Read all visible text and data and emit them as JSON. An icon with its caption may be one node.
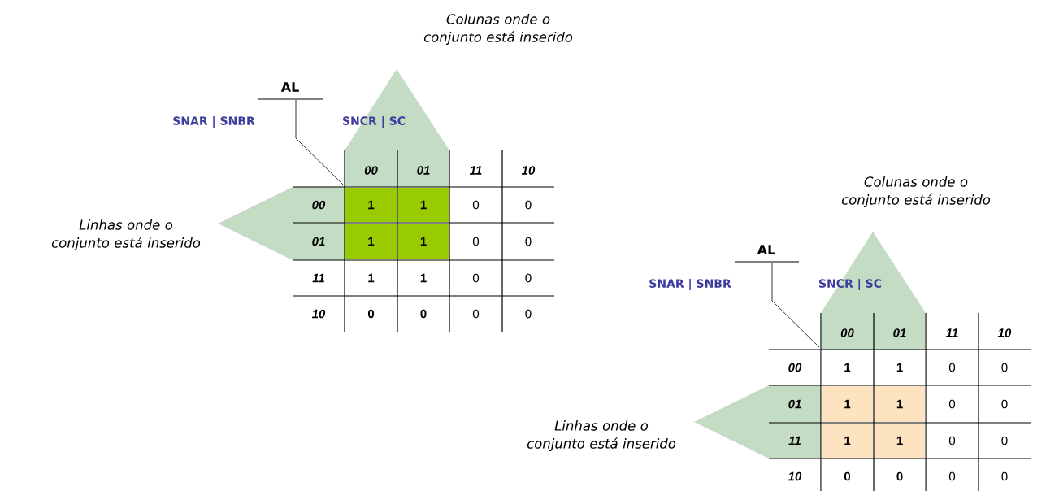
{
  "diagram": {
    "nodes": [
      {
        "text": [
          "Colunas onde o conjunto está inserido"
        ]
      },
      {
        "text": [
          "Linhas onde o conjunto está inserido"
        ]
      },
      {
        "text": [
          "Colunas onde o conjunto está inserido"
        ]
      },
      {
        "text": [
          "Linhas onde o conjunto está inserido"
        ]
      }
    ],
    "labels": [
      "AL",
      "SNAR | SNBR",
      "SNCR | SC",
      "00",
      "01",
      "11",
      "10",
      "00",
      "1",
      "1",
      "0",
      "0",
      "01",
      "1",
      "1",
      "0",
      "0",
      "11",
      "1",
      "1",
      "0",
      "0",
      "10",
      "0",
      "0",
      "0",
      "0",
      "AL",
      "SNAR | SNBR",
      "SNCR | SC",
      "00",
      "01",
      "11",
      "10",
      "00",
      "1",
      "1",
      "0",
      "0",
      "01",
      "1",
      "1",
      "0",
      "0",
      "11",
      "1",
      "1",
      "0",
      "0",
      "10",
      "0",
      "0",
      "0",
      "0"
    ]
  }
}
